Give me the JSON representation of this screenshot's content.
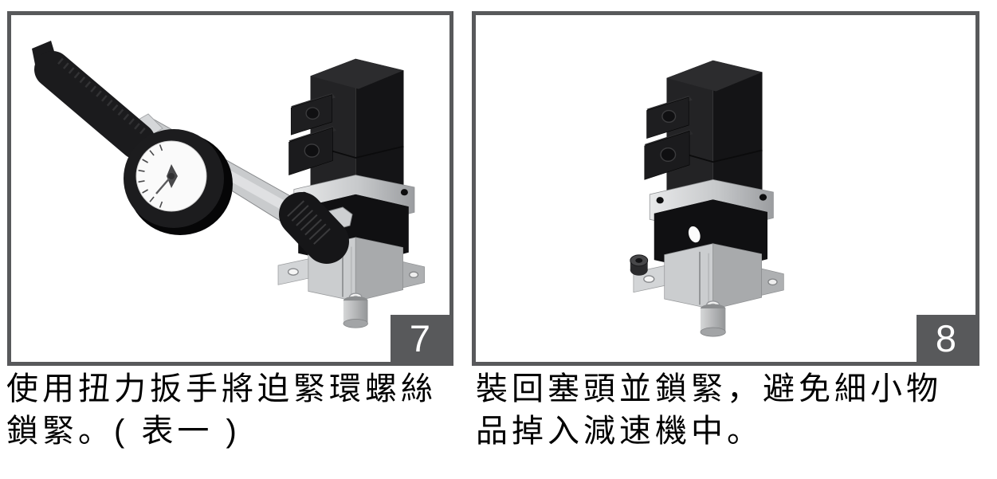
{
  "panels": [
    {
      "figure_number": "7",
      "caption_line1": "使用扭力扳手將迫緊環螺絲",
      "caption_line2": "鎖緊。( 表一 )"
    },
    {
      "figure_number": "8",
      "caption_line1": "裝回塞頭並鎖緊，避免細小物",
      "caption_line2": "品掉入減速機中。"
    }
  ],
  "colors": {
    "panel_border": "#58595b",
    "badge_background": "#58595b",
    "badge_text": "#ffffff",
    "caption_text": "#000000",
    "machine_black": "#141416",
    "metal_gray": "#c6c8ca"
  }
}
